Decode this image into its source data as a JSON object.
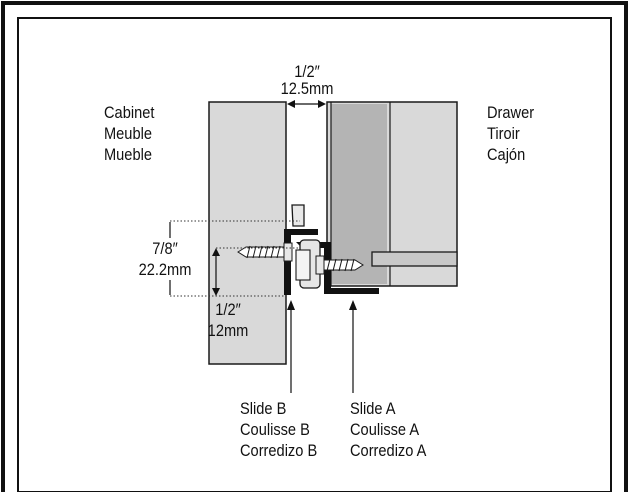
{
  "diagram": {
    "gap_top": {
      "imperial": "1/2″",
      "metric": "12.5mm"
    },
    "cabinet_label": [
      "Cabinet",
      "Meuble",
      "Mueble"
    ],
    "drawer_label": [
      "Drawer",
      "Tiroir",
      "Cajón"
    ],
    "height_dimension": {
      "imperial": "7/8″",
      "metric": "22.2mm"
    },
    "offset_dimension": {
      "imperial": "1/2″",
      "metric": "12mm"
    },
    "slide_b_label": [
      "Slide B",
      "Coulisse B",
      "Corredizo B"
    ],
    "slide_a_label": [
      "Slide A",
      "Coulisse A",
      "Corredizo A"
    ],
    "colors": {
      "panel_fill": "#d9d9d9",
      "outline": "#1a1a1a",
      "slide": "#111111"
    }
  }
}
